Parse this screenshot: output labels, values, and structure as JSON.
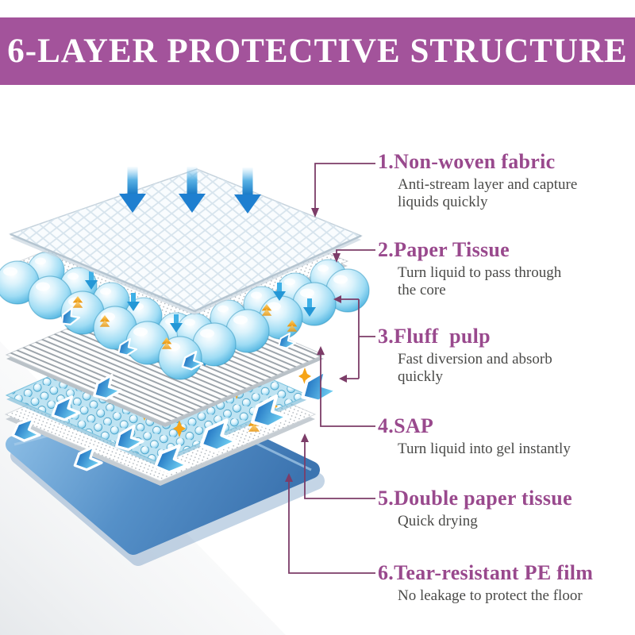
{
  "banner": {
    "title": "6-LAYER PROTECTIVE STRUCTURE",
    "bg_color": "#A3539B",
    "text_color": "#FFFFFF"
  },
  "layers": [
    {
      "number": "1",
      "title": "1.Non-woven fabric",
      "description": "Anti-stream layer and capture\nliquids quickly"
    },
    {
      "number": "2",
      "title": "2.Paper Tissue",
      "description": "Turn liquid to pass through\nthe core"
    },
    {
      "number": "3",
      "title": "3.Fluff  pulp",
      "description": "Fast diversion and absorb\nquickly"
    },
    {
      "number": "4",
      "title": "4.SAP",
      "description": "Turn liquid into gel instantly"
    },
    {
      "number": "5",
      "title": "5.Double paper tissue",
      "description": "Quick drying"
    },
    {
      "number": "6",
      "title": "6.Tear-resistant PE film",
      "description": "No leakage to protect the floor"
    }
  ],
  "colors": {
    "heading": "#99498D",
    "description": "#4A4A48",
    "connector": "#7C3C68",
    "arrow_blue": "#1E7FD0",
    "bubble_blue": "#8FD4EF",
    "film_blue": "#4982BE",
    "accent_orange": "#F2A118"
  },
  "diagram_icons": [
    "down-arrow-icon",
    "water-bubble-icon",
    "flow-chevron-icon",
    "orange-rise-arrow-icon",
    "sparkle-star-icon",
    "quilted-sheet",
    "dotted-tissue-sheet",
    "striped-fluff-sheet",
    "sap-bubble-sheet",
    "blue-pe-film-sheet"
  ]
}
